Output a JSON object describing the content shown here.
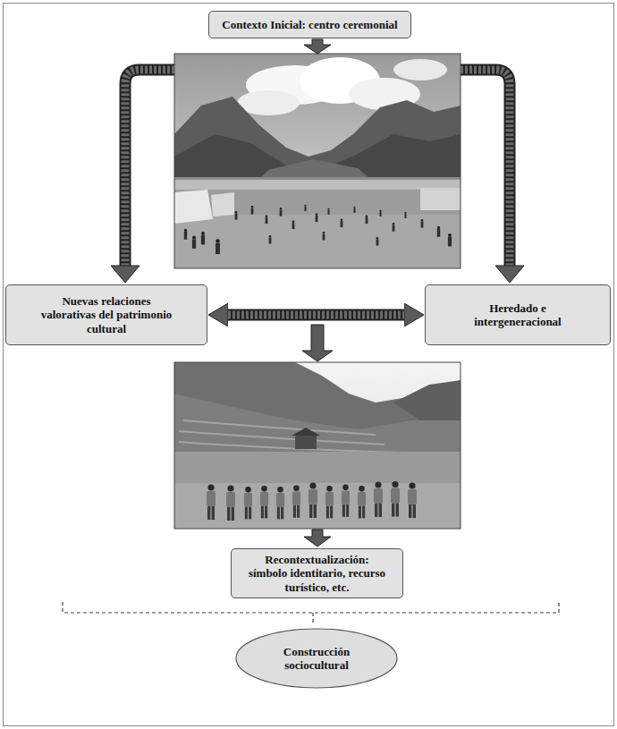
{
  "diagram": {
    "nodes": [
      {
        "text": [
          "Contexto Inicial: centro ceremonial"
        ]
      },
      {
        "text": [
          "Nuevas relaciones valorativas del patrimonio cultural"
        ]
      },
      {
        "text": [
          "Heredado e intergeneracional"
        ]
      },
      {
        "text": [
          "Recontextualización: símbolo identitario, recurso turístico, etc."
        ]
      },
      {
        "text": [
          "Construcción sociocultural"
        ]
      }
    ],
    "edges": [
      {
        "from": 1,
        "to": 2,
        "arrow": "both"
      }
    ]
  }
}
